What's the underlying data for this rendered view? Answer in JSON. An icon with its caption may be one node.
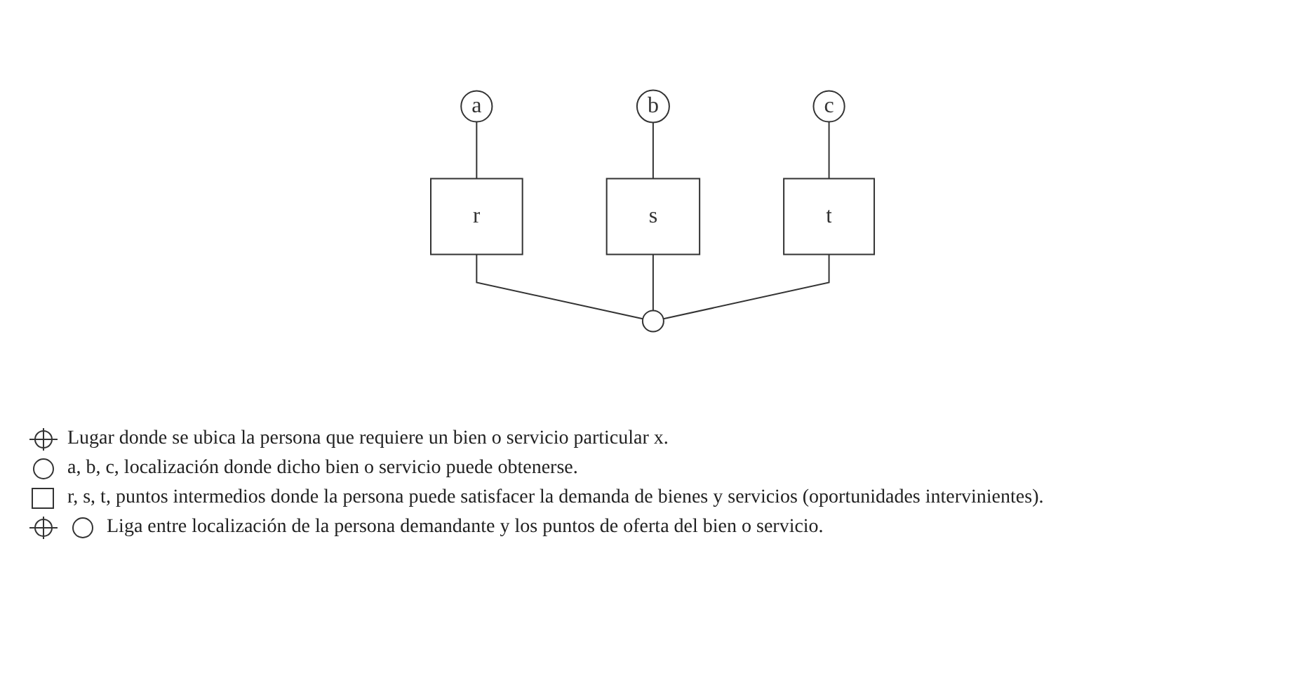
{
  "diagram": {
    "nodes": [
      {
        "text": [
          "a"
        ]
      },
      {
        "text": [
          "b"
        ]
      },
      {
        "text": [
          "c"
        ]
      },
      {
        "text": [
          "r"
        ]
      },
      {
        "text": [
          "s"
        ]
      },
      {
        "text": [
          "t"
        ]
      },
      {
        "text": [],
        "shape": "circle"
      }
    ],
    "edges": [
      {
        "from": 0,
        "to": 3,
        "arrow": "none"
      },
      {
        "from": 3,
        "to": 6,
        "arrow": "none"
      },
      {
        "from": 1,
        "to": 4,
        "arrow": "none"
      },
      {
        "from": 4,
        "to": 6,
        "arrow": "none"
      },
      {
        "from": 2,
        "to": 5,
        "arrow": "none"
      },
      {
        "from": 5,
        "to": 6,
        "arrow": "none"
      }
    ],
    "legend": [
      {
        "text": "Lugar donde se ubica la persona que requiere un bien o servicio particular x."
      },
      {
        "text": "a, b, c, localización donde dicho bien o servicio puede obtenerse."
      },
      {
        "text": "r, s, t, puntos intermedios donde la persona puede satisfacer la demanda de bienes y servicios (oportunidades intervinientes)."
      },
      {
        "text": "Liga entre localización de la persona demandante y los puntos de oferta del bien o servicio."
      }
    ]
  }
}
